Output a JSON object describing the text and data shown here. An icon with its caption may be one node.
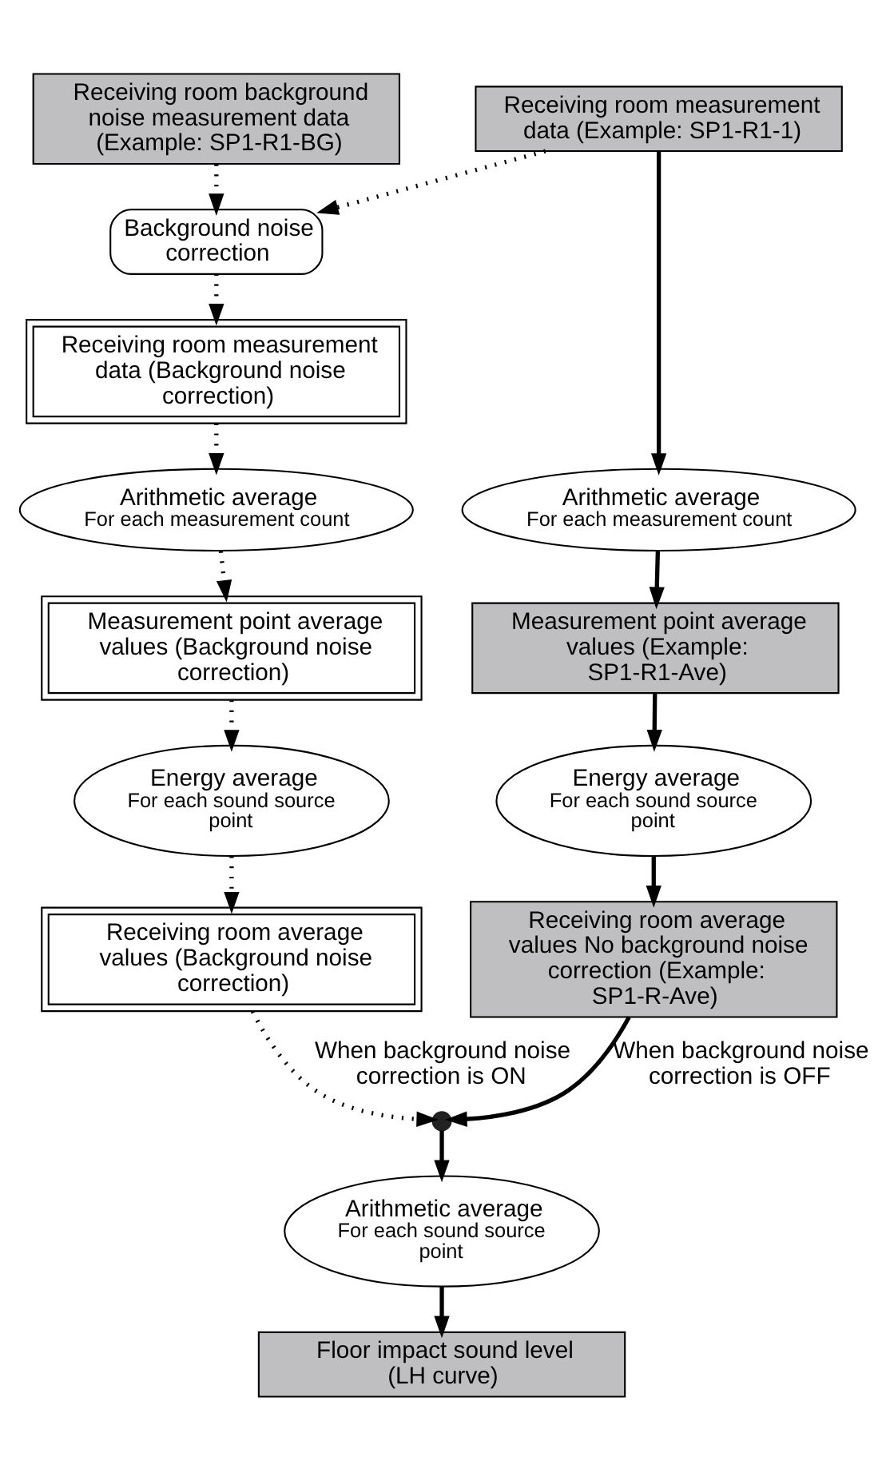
{
  "diagram": {
    "nodes": [
      {
        "text": [
          "Receiving room background noise measurement data (Example: SP1-R1-BG)"
        ]
      },
      {
        "text": [
          "Receiving room measurement data (Example: SP1-R1-1)"
        ]
      },
      {
        "text": [
          "Background noise correction"
        ]
      },
      {
        "text": [
          "Receiving room measurement data (Background noise correction)"
        ]
      },
      {
        "text": [
          "Arithmetic average",
          "For each measurement count"
        ]
      },
      {
        "text": [
          "Arithmetic average",
          "For each measurement count"
        ]
      },
      {
        "text": [
          "Measurement point average values (Background noise correction)"
        ]
      },
      {
        "text": [
          "Measurement point average values (Example: SP1-R1-Ave)"
        ]
      },
      {
        "text": [
          "Energy average",
          "For each sound source point"
        ]
      },
      {
        "text": [
          "Energy average",
          "For each sound source point"
        ]
      },
      {
        "text": [
          "Receiving room average values (Background noise correction)"
        ]
      },
      {
        "text": [
          "Receiving room average values No background noise correction (Example: SP1-R-Ave)"
        ]
      },
      {
        "text": [],
        "shape": "circle"
      },
      {
        "text": [
          "Arithmetic average",
          "For each sound source point"
        ]
      },
      {
        "text": [
          "Floor impact sound level (LH curve)"
        ]
      }
    ],
    "edges": [
      {
        "from": 0,
        "to": 2,
        "arrow": "to",
        "style": "dashed"
      },
      {
        "from": 1,
        "to": 2,
        "arrow": "to",
        "style": "dashed"
      },
      {
        "from": 2,
        "to": 3,
        "arrow": "to",
        "style": "dashed"
      },
      {
        "from": 3,
        "to": 4,
        "arrow": "to",
        "style": "dashed"
      },
      {
        "from": 4,
        "to": 6,
        "arrow": "to",
        "style": "dashed"
      },
      {
        "from": 6,
        "to": 8,
        "arrow": "to",
        "style": "dashed"
      },
      {
        "from": 8,
        "to": 10,
        "arrow": "to",
        "style": "dashed"
      },
      {
        "from": 10,
        "to": 12,
        "arrow": "to",
        "style": "dashed",
        "label": "When background noise correction is ON"
      },
      {
        "from": 1,
        "to": 5,
        "arrow": "to"
      },
      {
        "from": 5,
        "to": 7,
        "arrow": "to"
      },
      {
        "from": 7,
        "to": 9,
        "arrow": "to"
      },
      {
        "from": 9,
        "to": 11,
        "arrow": "to"
      },
      {
        "from": 11,
        "to": 12,
        "arrow": "to",
        "label": "When background noise correction is OFF"
      },
      {
        "from": 12,
        "to": 13,
        "arrow": "to"
      },
      {
        "from": 13,
        "to": 14,
        "arrow": "to"
      }
    ]
  }
}
